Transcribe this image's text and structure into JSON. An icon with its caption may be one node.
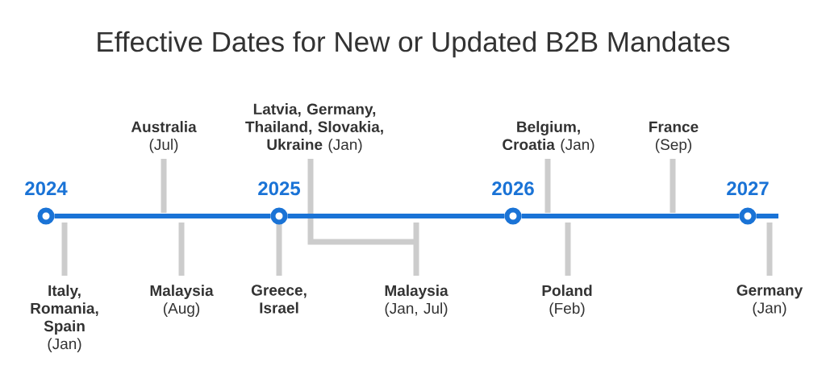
{
  "diagram": {
    "title": "Effective Dates for New or Updated B2B Mandates",
    "nodes": [
      {
        "text": [
          "2024"
        ]
      },
      {
        "text": [
          "2025"
        ]
      },
      {
        "text": [
          "2026"
        ]
      },
      {
        "text": [
          "2027"
        ]
      }
    ],
    "edges": [
      {
        "from": 0,
        "to": 1,
        "arrow": "none"
      },
      {
        "from": 1,
        "to": 2,
        "arrow": "none"
      },
      {
        "from": 2,
        "to": 3,
        "arrow": "none"
      },
      {
        "from": 3,
        "to": null,
        "arrow": "none"
      }
    ],
    "labels": [
      "**Italy, Romania, Spain** (Jan)",
      "**Australia** (Jul)",
      "**Malaysia** (Aug)",
      "Greece, Israel",
      "**Latvia, Germany, Thailand, Slovakia, Ukraine** (Jan)",
      "**Malaysia** (Jan, Jul)",
      "**Belgium, Croatia** (Jan)",
      "**Poland** (Feb)",
      "**France** (Sep)",
      "**Germany** (Jan)"
    ]
  }
}
